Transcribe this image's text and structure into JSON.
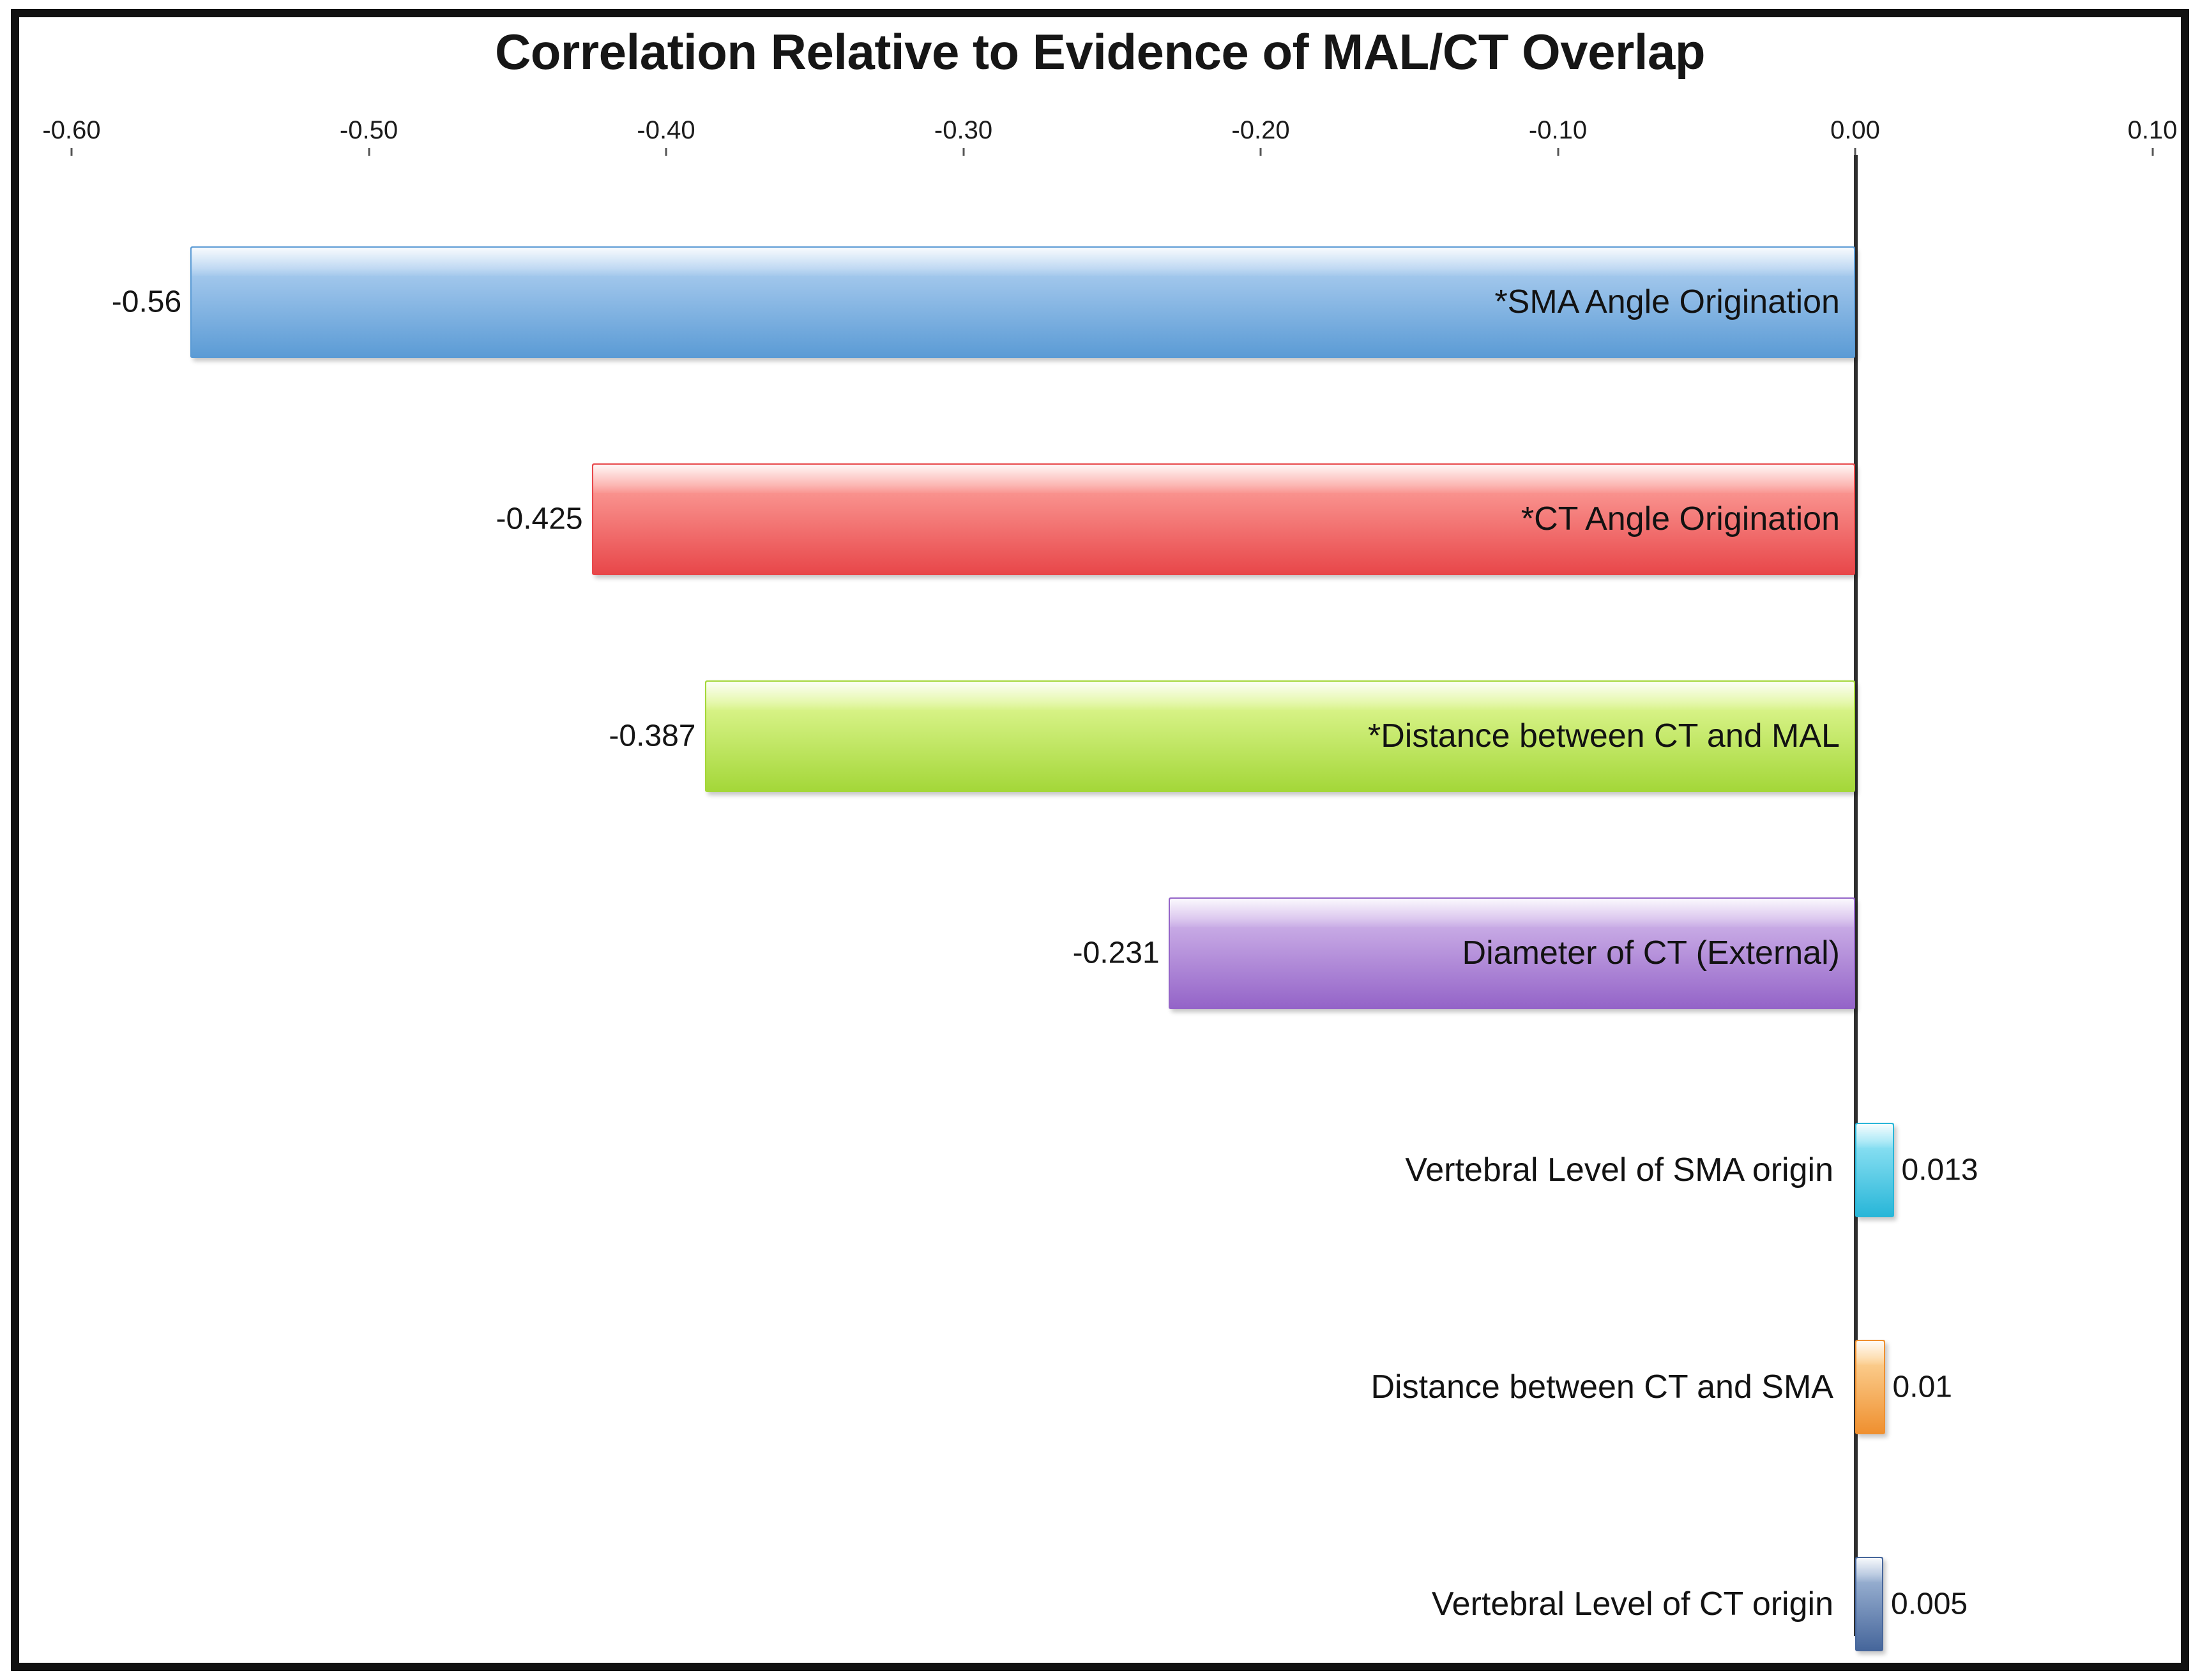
{
  "chart_data": {
    "type": "bar",
    "orientation": "horizontal",
    "title": "Correlation Relative to Evidence of MAL/CT Overlap",
    "xlabel": "",
    "ylabel": "",
    "xlim": [
      -0.6,
      0.1
    ],
    "xticks": [
      "-0.60",
      "-0.50",
      "-0.40",
      "-0.30",
      "-0.20",
      "-0.10",
      "0.00",
      "0.10"
    ],
    "xtick_values": [
      -0.6,
      -0.5,
      -0.4,
      -0.3,
      -0.2,
      -0.1,
      0.0,
      0.1
    ],
    "grid": false,
    "legend": "none",
    "categories": [
      "*SMA Angle Origination",
      "*CT Angle Origination",
      "*Distance between CT and MAL",
      "Diameter of CT (External)",
      "Vertebral Level of SMA origin",
      "Distance between CT and SMA",
      "Vertebral Level of CT origin"
    ],
    "values": [
      -0.56,
      -0.425,
      -0.387,
      -0.231,
      0.013,
      0.01,
      0.005
    ],
    "value_labels": [
      "-0.56",
      "-0.425",
      "-0.387",
      "-0.231",
      "0.013",
      "0.01",
      "0.005"
    ],
    "bars": [
      {
        "label": "*SMA Angle Origination",
        "value": -0.56,
        "value_label": "-0.56",
        "color": "#5b9bd5",
        "color_light": "#a8cbee",
        "label_position": "inside-bar",
        "value_position": "outside-left"
      },
      {
        "label": "*CT Angle Origination",
        "value": -0.425,
        "value_label": "-0.425",
        "color": "#e8474a",
        "color_light": "#fb9a95",
        "label_position": "inside-bar",
        "value_position": "outside-left"
      },
      {
        "label": "*Distance between CT and MAL",
        "value": -0.387,
        "value_label": "-0.387",
        "color": "#a4d739",
        "color_light": "#dcf58e",
        "label_position": "inside-bar",
        "value_position": "outside-left"
      },
      {
        "label": "Diameter of CT (External)",
        "value": -0.231,
        "value_label": "-0.231",
        "color": "#9464c8",
        "color_light": "#cdb1e8",
        "label_position": "inside-bar",
        "value_position": "outside-left"
      },
      {
        "label": "Vertebral Level of SMA origin",
        "value": 0.013,
        "value_label": "0.013",
        "color": "#28b6d8",
        "color_light": "#8fe2f4",
        "label_position": "outside-left-of-axis",
        "value_position": "outside-right"
      },
      {
        "label": "Distance between CT and SMA",
        "value": 0.01,
        "value_label": "0.01",
        "color": "#ef9030",
        "color_light": "#fcd193",
        "label_position": "outside-left-of-axis",
        "value_position": "outside-right"
      },
      {
        "label": "Vertebral Level of CT origin",
        "value": 0.005,
        "value_label": "0.005",
        "color": "#46669b",
        "color_light": "#9db4d4",
        "label_position": "outside-left-of-axis",
        "value_position": "outside-right"
      }
    ],
    "note": "Asterisk (*) marks categories whose labels begin with *"
  },
  "style": {
    "frame_color": "#111111",
    "axis_color": "#2f2f2f",
    "background": "#ffffff",
    "text_color": "#151515"
  }
}
